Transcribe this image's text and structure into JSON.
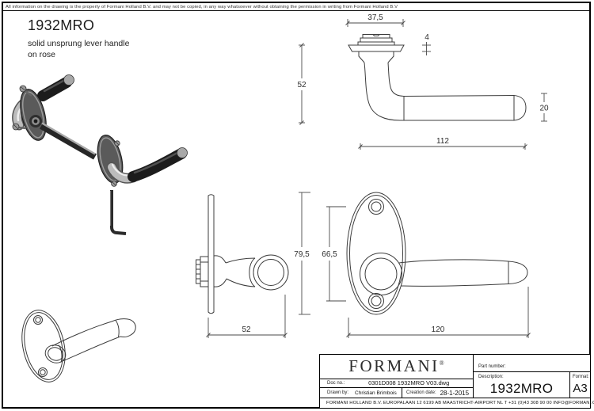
{
  "header": {
    "disclaimer": "All information on the drawing is the property of Formani Holland B.V. and may not be copied, in any way whatsoever without obtaining the permission in writing from Formani Holland B.V"
  },
  "product": {
    "title": "1932MRO",
    "description_line1": "solid unsprung lever handle",
    "description_line2": "on rose"
  },
  "dims": {
    "rose_width": "37,5",
    "rose_thickness": "4",
    "handle_height": "52",
    "grip_diameter": "20",
    "handle_length": "112",
    "handle_depth": "52",
    "rose_height": "79,5",
    "screw_spacing": "66,5",
    "overall_width": "120"
  },
  "title_block": {
    "logo_text": "FORMANI",
    "reg_mark": "®",
    "part_number_label": "Part number:",
    "part_number_value": "",
    "description_label": "Description:",
    "description_value": "1932MRO",
    "format_label": "Format:",
    "format_value": "A3",
    "doc_no_label": "Doc no.:",
    "doc_no_value": "0301D008 1932MRO V03.dwg",
    "drawn_by_label": "Drawn by:",
    "drawn_by_value": "Christian Brimbois",
    "creation_date_label": "Creation date:",
    "creation_date_value": "28-1-2015",
    "footer": "FORMANI HOLLAND B.V.  EUROPALAAN 12  6199 AB MAASTRICHT-AIRPORT NL  T +31 (0)43 308 90 00 INFO@FORMANI.COM FORMANI.COM"
  }
}
